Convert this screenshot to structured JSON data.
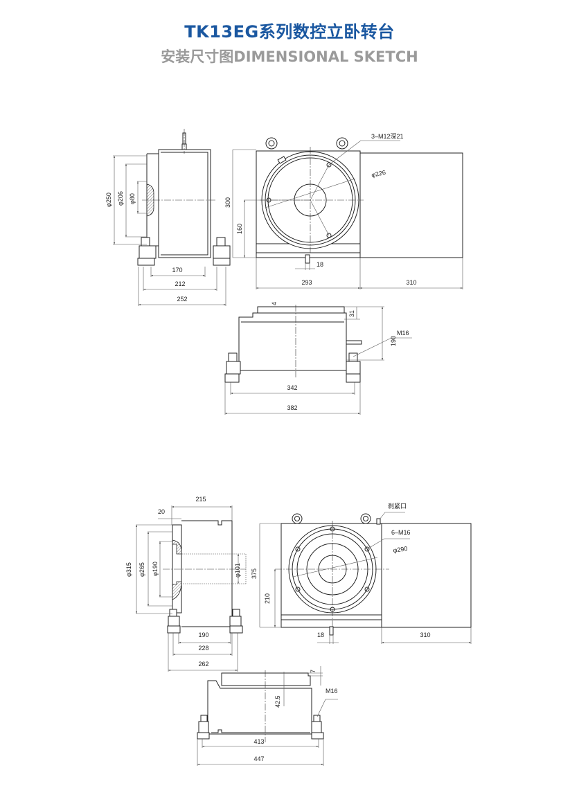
{
  "header": {
    "title": "TK13EG系列数控立卧转台",
    "subtitle": "安装尺寸图DIMENSIONAL SKETCH"
  },
  "drawing_1": {
    "side_view": {
      "d250": "φ250",
      "d206": "φ206",
      "d80": "φ80",
      "w170": "170",
      "w212": "212",
      "w252": "252"
    },
    "front_view": {
      "hole_note": "3–M12深21",
      "d226": "φ226",
      "h300": "300",
      "h160": "160",
      "slot18": "18",
      "w293": "293",
      "w310": "310"
    },
    "top_view": {
      "t4": "4",
      "t31": "31",
      "h190": "190",
      "bolt": "M16",
      "w342": "342",
      "w382": "382"
    }
  },
  "drawing_2": {
    "side_view": {
      "w215": "215",
      "t20": "20",
      "d315": "φ315",
      "d265": "φ265",
      "d190": "φ190",
      "d101": "φ101",
      "h375": "375",
      "w190": "190",
      "w228": "228",
      "w262": "262"
    },
    "front_view": {
      "clamp_port": "剎紧口",
      "hole_note": "6–M16",
      "d290": "φ290",
      "h210": "210",
      "slot18": "18",
      "w310": "310"
    },
    "top_view": {
      "t7": "7",
      "h42_5": "42.5",
      "bolt": "M16",
      "w413": "413",
      "w447": "447"
    }
  }
}
